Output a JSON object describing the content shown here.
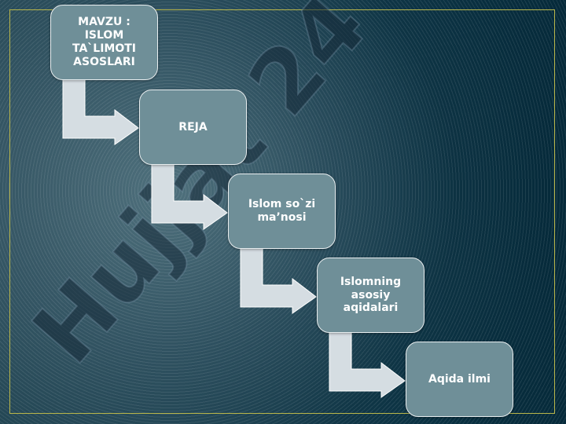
{
  "slide": {
    "steps": [
      {
        "label": "MAVZU :\nISLOM\nTA`LIMOTI\nASOSLARI"
      },
      {
        "label": "REJA"
      },
      {
        "label": "Islom so`zi\nma’nosi"
      },
      {
        "label": "Islomning\nasosiy\naqidalari"
      },
      {
        "label": "Aqida ilmi"
      }
    ],
    "watermark": "Hujjat 24"
  },
  "colors": {
    "box_fill": "#6f8f98",
    "box_border": "#e8eef0",
    "arrow_fill": "#d5dde2",
    "frame": "#b9b64a",
    "background": "#062a3a"
  },
  "icons": [
    "bent-arrow-icon"
  ]
}
